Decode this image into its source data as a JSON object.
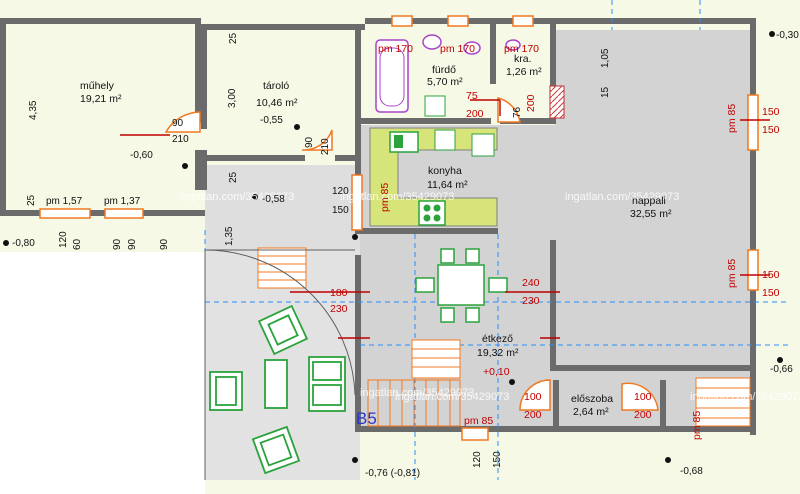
{
  "rooms": {
    "muhely": {
      "name": "műhely",
      "area": "19,21 m²"
    },
    "tarolo": {
      "name": "tároló",
      "area": "10,46 m²"
    },
    "furdo": {
      "name": "fürdő",
      "area": "5,70 m²"
    },
    "kra": {
      "name": "kra.",
      "area": "1,26 m²"
    },
    "nappali": {
      "name": "nappali",
      "area": "32,55 m²"
    },
    "konyha": {
      "name": "konyha",
      "area": "11,64 m²"
    },
    "etkezo": {
      "name": "étkező",
      "area": "19,32 m²"
    },
    "eloszoba": {
      "name": "előszoba",
      "area": "2,64 m²"
    }
  },
  "levels": {
    "a": "-0,60",
    "b": "-0,55",
    "c": "-0,58",
    "d": "-0,80",
    "e": "-0,30",
    "f": "-0,66",
    "g": "+0,10",
    "h": "-0,76 (-0,81)",
    "i": "-0,68"
  },
  "dimensions": {
    "d435": "4,35",
    "d300": "3,00",
    "d25a": "25",
    "d25b": "25",
    "d25c": "25",
    "d135": "1,35",
    "d105": "1,05",
    "d15": "15",
    "d76": "76",
    "d60": "60",
    "d120": "120",
    "d90a": "90",
    "d90b": "90",
    "d90c": "90"
  },
  "openings": {
    "pm170a": "pm 170",
    "pm170b": "pm 170",
    "pm170c": "pm 170",
    "pm157": "pm 1,57",
    "pm137": "pm 1,37",
    "pm85a": "pm 85",
    "pm85b": "pm 85",
    "pm85c": "pm 85",
    "pm85d": "pm 85",
    "pm85e": "pm 85",
    "w150a": "150",
    "w150b": "150",
    "w150c": "150",
    "w150d": "150",
    "d90": "90",
    "d210a": "210",
    "d210b": "210",
    "d90v": "90",
    "d120": "120",
    "d150": "150",
    "d75": "75",
    "d200a": "200",
    "d200v": "200",
    "d180": "180",
    "d230a": "230",
    "d240": "240",
    "d230b": "230",
    "d100a": "100",
    "d200b": "200",
    "d100b": "100",
    "d200c": "200",
    "d120b": "120",
    "d150b": "150"
  },
  "labels": {
    "b85": "B5"
  },
  "watermark": {
    "w1": "ingatlan.com/35429073",
    "w2": "ingatlan.com/35429073",
    "w3": "ingatlan.com/35429073",
    "w4": "ingatlan.com/35429073",
    "w5": "ingatlan.com/35429073",
    "w6": "ingatlan.com/35429073",
    "w7": "ingatlan.com/35429073"
  },
  "colors": {
    "wall": "#6e6e6e",
    "floor": "#d2d2d2",
    "kitchen": "#d8e57f",
    "opening": "#f07820",
    "furniture": "#2aa33c",
    "dim_red": "#c00000",
    "grid": "#2a8cff"
  }
}
